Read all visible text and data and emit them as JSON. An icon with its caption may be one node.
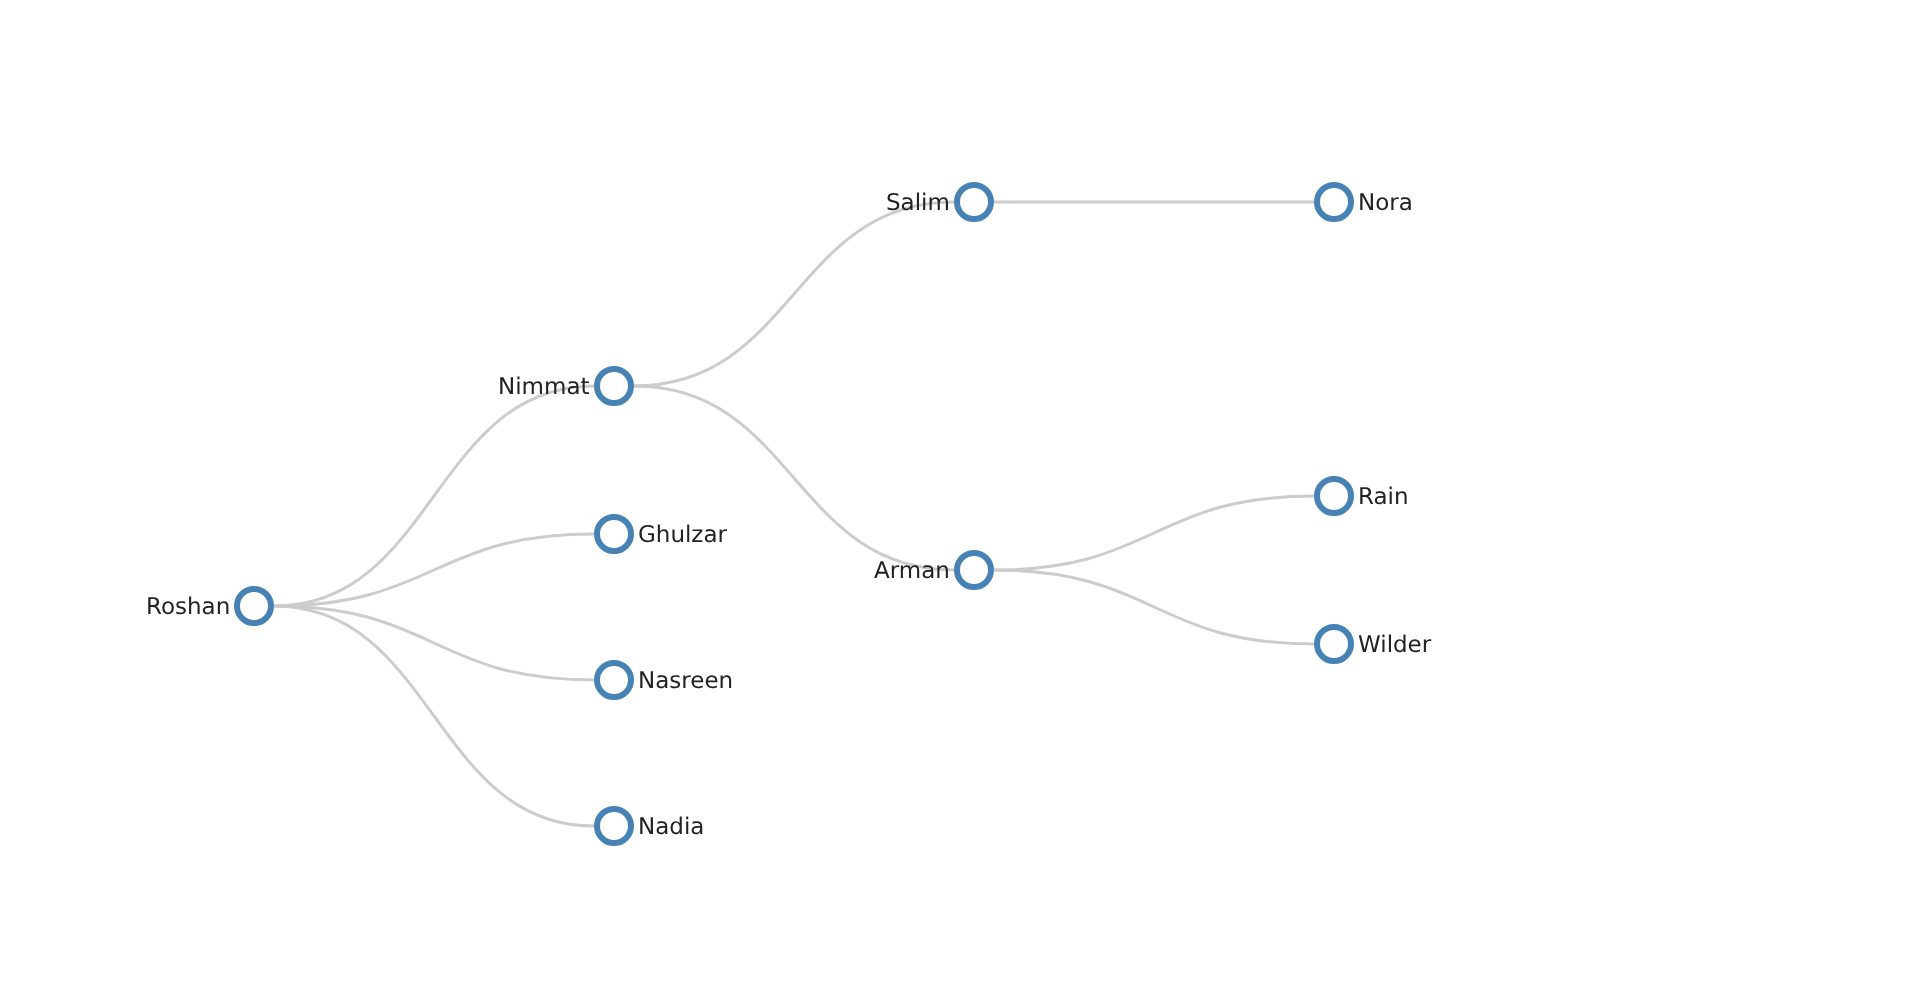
{
  "diagram": {
    "nodes": [
      {
        "text": [],
        "shape": "circle",
        "beside": [
          "Roshan"
        ]
      },
      {
        "text": [],
        "shape": "circle",
        "beside": [
          "Nimmat"
        ]
      },
      {
        "text": [],
        "shape": "circle",
        "beside": [
          "Ghulzar"
        ]
      },
      {
        "text": [],
        "shape": "circle",
        "beside": [
          "Nasreen"
        ]
      },
      {
        "text": [],
        "shape": "circle",
        "beside": [
          "Nadia"
        ]
      },
      {
        "text": [],
        "shape": "circle",
        "beside": [
          "Salim"
        ]
      },
      {
        "text": [],
        "shape": "circle",
        "beside": [
          "Arman"
        ]
      },
      {
        "text": [],
        "shape": "circle",
        "beside": [
          "Nora"
        ]
      },
      {
        "text": [],
        "shape": "circle",
        "beside": [
          "Rain"
        ]
      },
      {
        "text": [],
        "shape": "circle",
        "beside": [
          "Wilder"
        ]
      }
    ],
    "edges": [
      {
        "from": 0,
        "to": 1,
        "arrow": "none"
      },
      {
        "from": 0,
        "to": 2,
        "arrow": "none"
      },
      {
        "from": 0,
        "to": 3,
        "arrow": "none"
      },
      {
        "from": 0,
        "to": 4,
        "arrow": "none"
      },
      {
        "from": 1,
        "to": 5,
        "arrow": "none"
      },
      {
        "from": 1,
        "to": 6,
        "arrow": "none"
      },
      {
        "from": 5,
        "to": 7,
        "arrow": "none"
      },
      {
        "from": 6,
        "to": 8,
        "arrow": "none"
      },
      {
        "from": 6,
        "to": 9,
        "arrow": "none"
      }
    ]
  }
}
